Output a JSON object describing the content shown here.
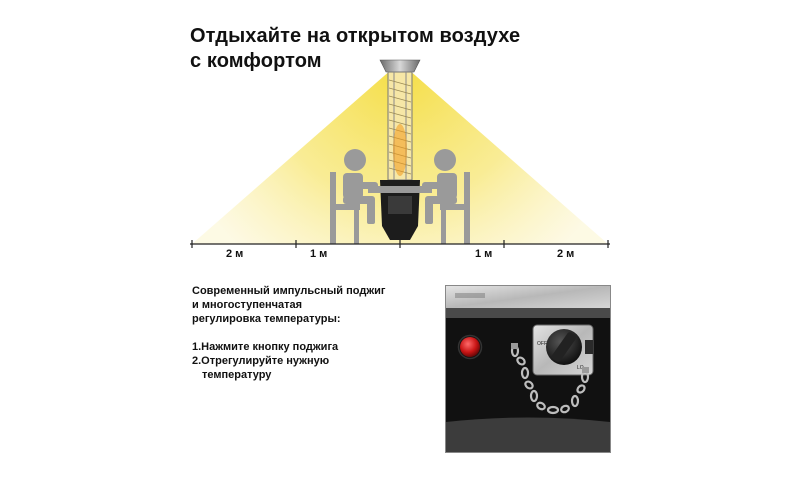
{
  "title": {
    "line1": "Отдыхайте на открытом воздухе",
    "line2": "с комфортом"
  },
  "distance_labels": [
    "2 м",
    "1 м",
    "1 м",
    "2 м"
  ],
  "description": {
    "line1": "Современный импульсный поджиг",
    "line2": "и многоступенчатая",
    "line3": "регулировка температуры:"
  },
  "steps": {
    "step1": "1.Нажмите кнопку поджига",
    "step2_line1": "2.Отрегулируйте нужную",
    "step2_line2": "температуру"
  },
  "knob_labels": {
    "off": "OFF",
    "lo": "LO"
  },
  "colors": {
    "heat_glow": "#f7e25c",
    "silhouette": "#9a9a9a",
    "heater_body": "#1c1c1c",
    "ignition_button": "#d01818"
  }
}
